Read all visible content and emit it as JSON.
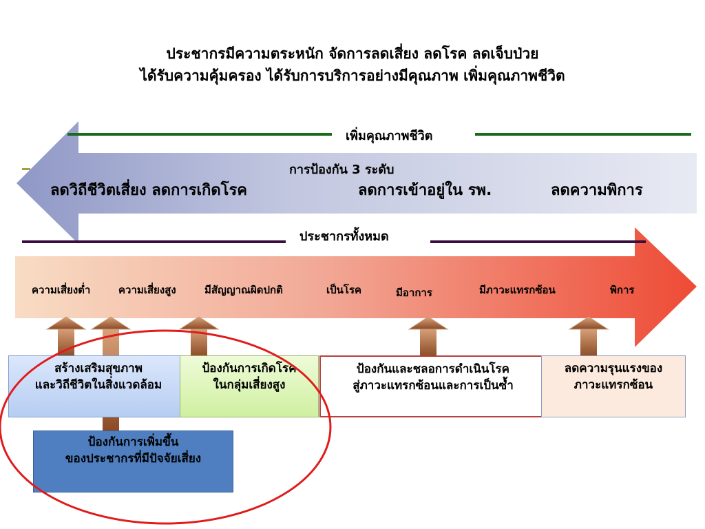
{
  "title": {
    "line1": "ประชากรมีความตระหนัก จัดการลดเสี่ยง ลดโรค ลดเจ็บป่วย",
    "line2": "ได้รับความคุ้มครอง ได้รับการบริการอย่างมีคุณภาพ เพิ่มคุณภาพชีวิต"
  },
  "quality_label": "เพิ่มคุณภาพชีวิต",
  "left_arrow": {
    "heading": "การป้องกัน 3 ระดับ",
    "item1": "ลดวิถีชีวิตเสี่ยง ลดการเกิดโรค",
    "item2": "ลดการเข้าอยู่ใน รพ.",
    "item3": "ลดความพิการ"
  },
  "population_label": "ประชากรทั้งหมด",
  "stages": [
    "ความเสี่ยงต่ำ",
    "ความเสี่ยงสูง",
    "มีสัญญาณผิดปกติ",
    "เป็นโรค",
    "มีอาการ",
    "มีภาวะแทรกซ้อน",
    "พิการ"
  ],
  "boxes": {
    "health_promotion": [
      "สร้างเสริมสุขภาพ",
      "และวิถีชีวิตในสิ่งแวดล้อม"
    ],
    "prevent_high_risk": [
      "ป้องกันการเกิดโรค",
      "ในกลุ่มเสี่ยงสูง"
    ],
    "prevent_progression": [
      "ป้องกันและชลอการดำเนินโรค",
      "สู่ภาวะแทรกซ้อนและการเป็นซ้ำ"
    ],
    "reduce_severity": [
      "ลดความรุนแรงของ",
      "ภาวะแทรกซ้อน"
    ],
    "prevent_increase": [
      "ป้องกันการเพิ่มขึ้น",
      "ของประชากรที่มีปัจจัยเสี่ยง"
    ]
  },
  "colors": {
    "left_arrow_start": "#8f98c6",
    "left_arrow_end": "#e8eaf3",
    "right_arrow_start": "#f8dcc4",
    "right_arrow_end": "#ee4b35",
    "green_line": "#1a6b1a",
    "purple_line": "#3a0e3e",
    "ellipse": "#e01b1b",
    "up_arrow": "#8b4a25"
  }
}
